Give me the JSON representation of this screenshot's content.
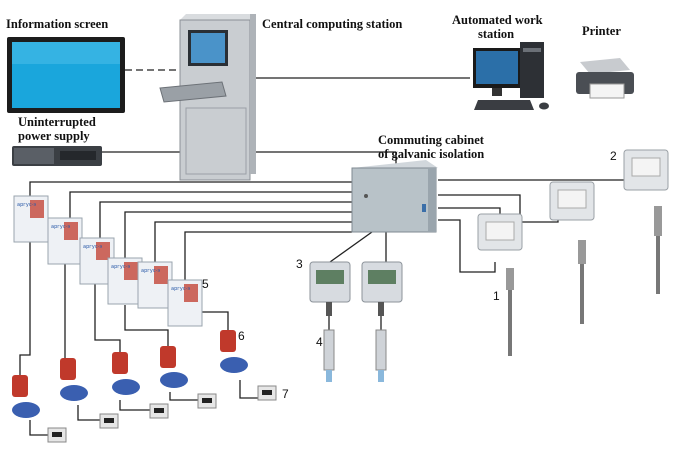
{
  "labels": {
    "info_screen": "Information screen",
    "central_station": "Central computing station",
    "awp_line1": "Automated work",
    "awp_line2": "station",
    "printer": "Printer",
    "ups_line1": "Uninterrupted",
    "ups_line2": "power supply",
    "cabinet_line1": "Commuting cabinet",
    "cabinet_line2": "of galvanic isolation"
  },
  "callouts": {
    "n1": "1",
    "n2": "2",
    "n3": "3",
    "n4": "4",
    "n5": "5",
    "n6": "6",
    "n7": "7"
  },
  "device_brand": "аргус-э",
  "colors": {
    "screen": "#1aa6dc",
    "cabinet": "#b8c2c8",
    "pump_red": "#c0392b",
    "pump_blue": "#3a5fb0",
    "wire": "#222222"
  }
}
